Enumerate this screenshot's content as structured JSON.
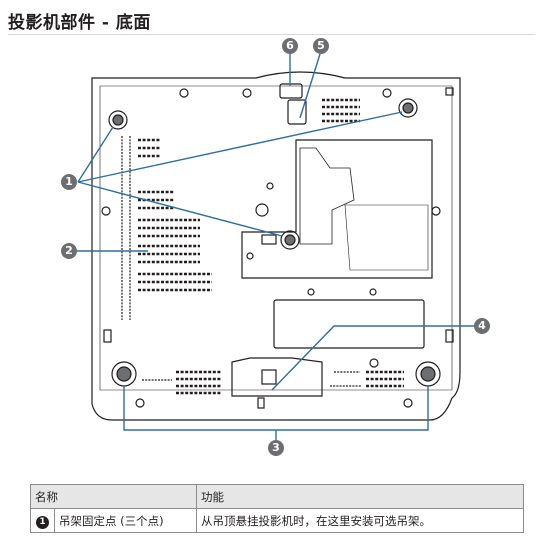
{
  "page": {
    "title": "投影机部件 - 底面"
  },
  "figure": {
    "callouts": [
      "1",
      "2",
      "3",
      "4",
      "5",
      "6"
    ]
  },
  "table": {
    "header": {
      "name": "名称",
      "function": "功能"
    },
    "rows": [
      {
        "num": "1",
        "name": "吊架固定点 (三个点)",
        "function": "从吊顶悬挂投影机时，在这里安装可选吊架。"
      }
    ]
  },
  "colors": {
    "callout": "#6d6e71",
    "line": "#231f20",
    "leader": "#2f6f9f",
    "header_bg": "#e6e6e6"
  }
}
